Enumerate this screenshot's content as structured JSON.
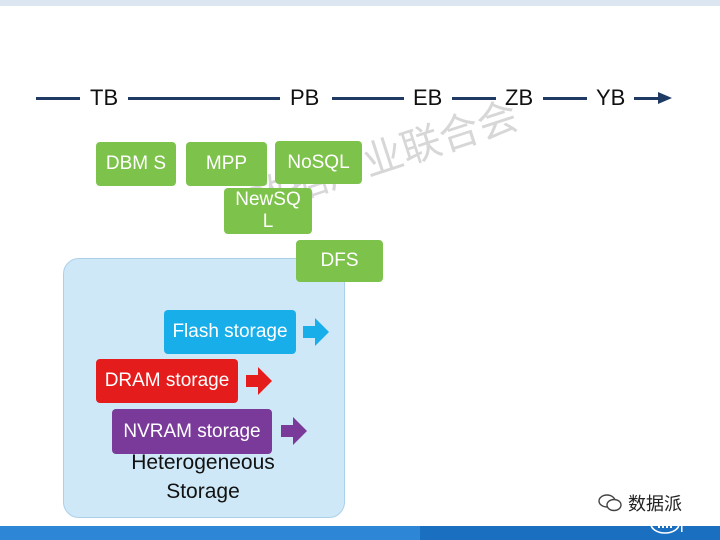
{
  "scale": {
    "units": [
      "TB",
      "PB",
      "EB",
      "ZB",
      "YB"
    ]
  },
  "systems": {
    "dbms": "DBM S",
    "mpp": "MPP",
    "nosql": "NoSQL",
    "newsql": "NewSQ L",
    "dfs": "DFS"
  },
  "storage": {
    "flash": "Flash storage",
    "dram": "DRAM storage",
    "nvram": "NVRAM storage",
    "caption": "Heterogeneous Storage"
  },
  "watermark": "数据产业联合会",
  "brand": {
    "name": "数据派"
  },
  "colors": {
    "green": "#7dc24b",
    "flash": "#17aeea",
    "dram": "#e51c1c",
    "nvram": "#7a3a9a",
    "panel": "#cfe8f7",
    "axis": "#1f3b63"
  },
  "icons": {
    "scale_arrow": "arrow-right-icon",
    "storage_arrows": "block-arrow-right-icon",
    "brand_icon": "chat-bubbles-icon",
    "logo": "intel-logo"
  }
}
